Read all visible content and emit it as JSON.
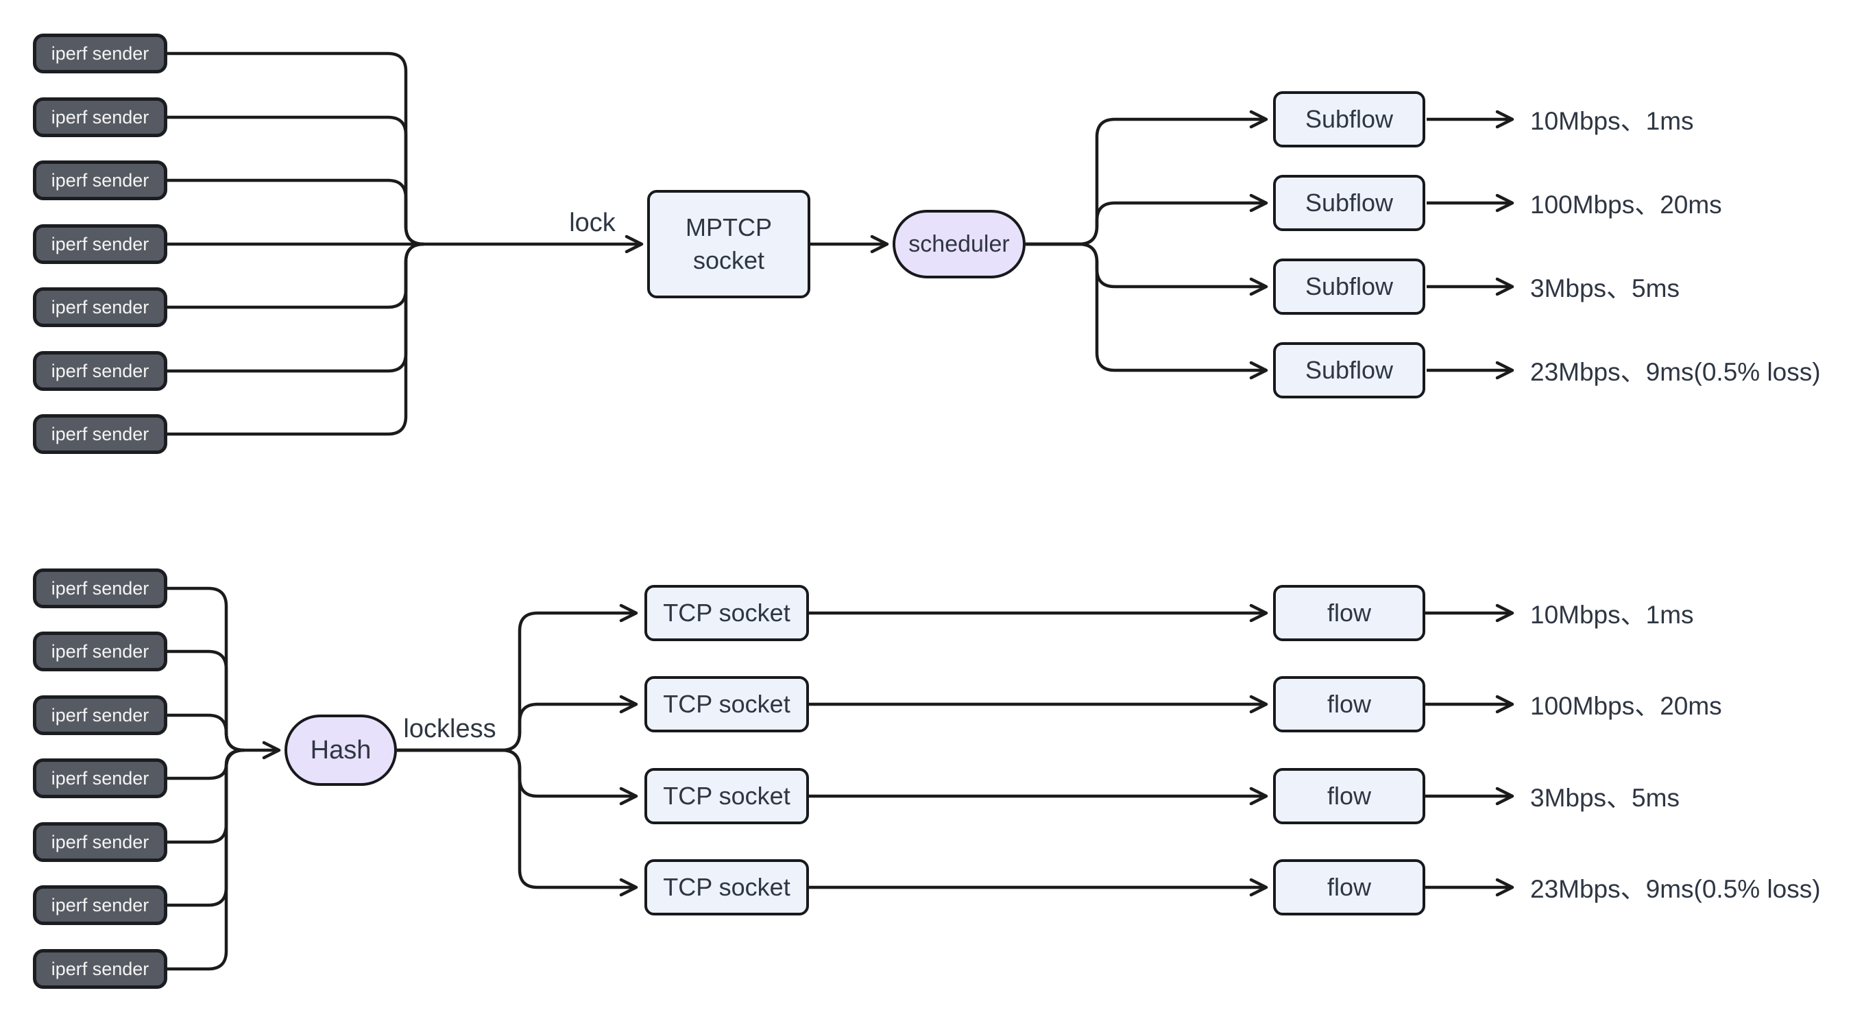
{
  "colors": {
    "background": "#ffffff",
    "line": "#1b1b1b",
    "sender-fill": "#565b63",
    "sender-border": "#1b1d20",
    "sender-text": "#f4f4f4",
    "box-fill": "#eef2fb",
    "box-border": "#17191c",
    "box-text": "#2e3642",
    "stadium-fill": "#e8e1fc",
    "label-text": "#2e3642"
  },
  "top": {
    "senders": [
      "iperf sender",
      "iperf sender",
      "iperf sender",
      "iperf sender",
      "iperf sender",
      "iperf sender",
      "iperf sender"
    ],
    "edge_label": "lock",
    "socket_label": "MPTCP socket",
    "scheduler_label": "scheduler",
    "subflows": [
      "Subflow",
      "Subflow",
      "Subflow",
      "Subflow"
    ],
    "outputs": [
      "10Mbps、1ms",
      "100Mbps、20ms",
      "3Mbps、5ms",
      "23Mbps、9ms(0.5% loss)"
    ]
  },
  "bottom": {
    "senders": [
      "iperf sender",
      "iperf sender",
      "iperf sender",
      "iperf sender",
      "iperf sender",
      "iperf sender",
      "iperf sender"
    ],
    "hash_label": "Hash",
    "edge_label": "lockless",
    "tcp_sockets": [
      "TCP socket",
      "TCP socket",
      "TCP socket",
      "TCP socket"
    ],
    "flows": [
      "flow",
      "flow",
      "flow",
      "flow"
    ],
    "outputs": [
      "10Mbps、1ms",
      "100Mbps、20ms",
      "3Mbps、5ms",
      "23Mbps、9ms(0.5% loss)"
    ]
  }
}
